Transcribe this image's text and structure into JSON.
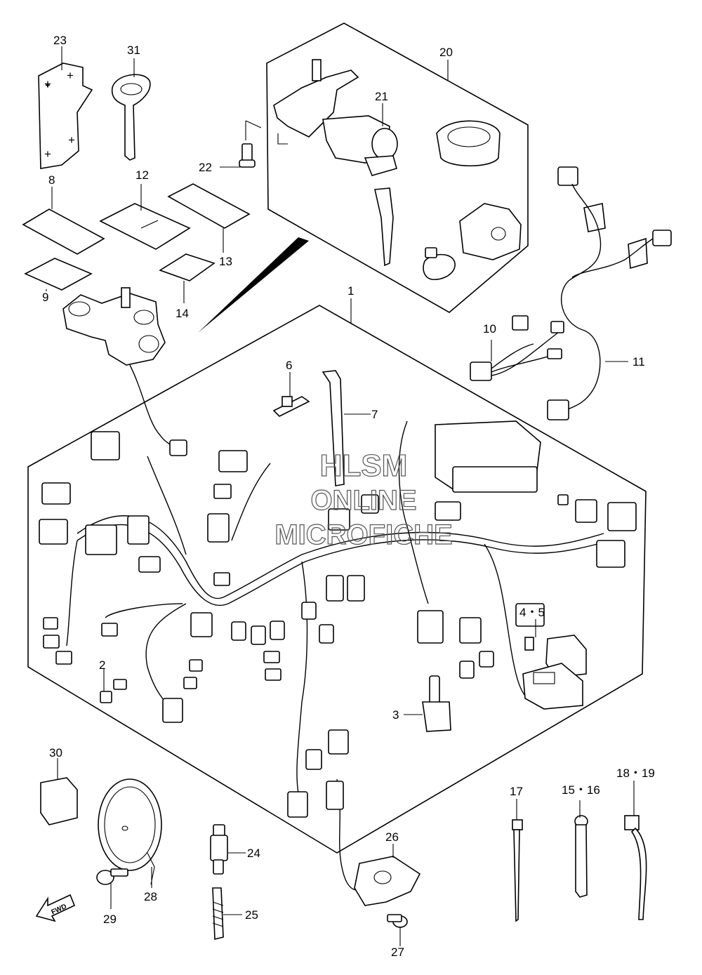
{
  "diagram": {
    "callouts": {
      "c23": "23",
      "c31": "31",
      "c20": "20",
      "c21": "21",
      "c22": "22",
      "c8": "8",
      "c12": "12",
      "c13": "13",
      "c14": "14",
      "c9": "9",
      "c1": "1",
      "c10": "10",
      "c11": "11",
      "c6": "6",
      "c7": "7",
      "c4_5": "4・5",
      "c2": "2",
      "c3": "3",
      "c30": "30",
      "c17": "17",
      "c15_16": "15・16",
      "c18_19": "18・19",
      "c26": "26",
      "c24": "24",
      "c25": "25",
      "c28": "28",
      "c29": "29",
      "c27": "27"
    },
    "watermark": {
      "line1": "HLSM",
      "line2": "ONLINE",
      "line3": "MICROFICHE"
    },
    "fwd_label": "FWD"
  }
}
